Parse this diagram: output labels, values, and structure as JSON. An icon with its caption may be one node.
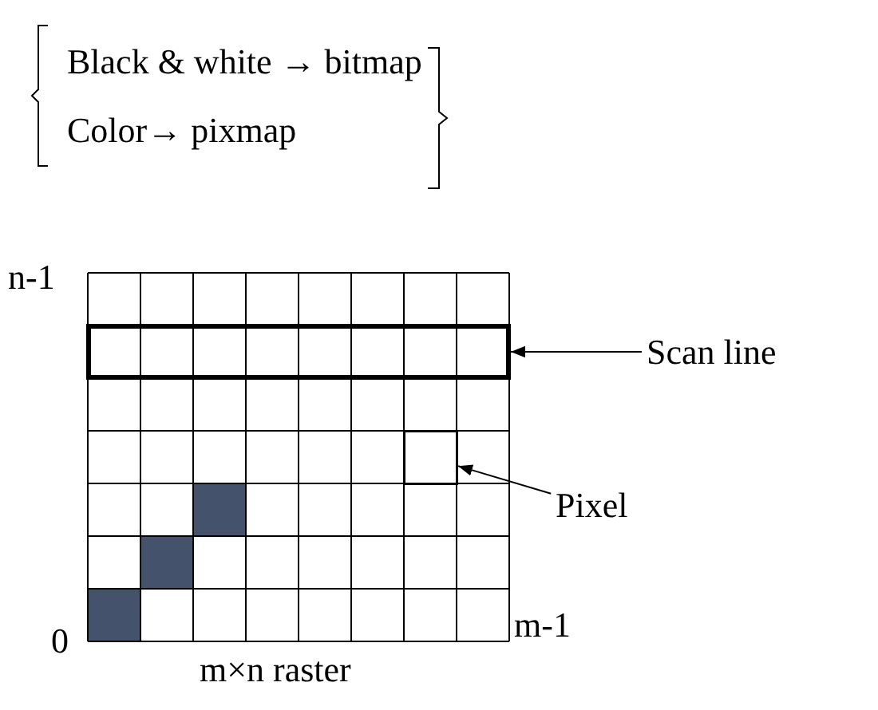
{
  "diagram": {
    "caption": "m×n raster",
    "nodes": [
      {
        "text": [
          "Scan line"
        ]
      },
      {
        "text": [],
        "shape": "bar"
      },
      {
        "text": [
          "Pixel"
        ]
      },
      {
        "text": [],
        "shape": "box"
      }
    ],
    "edges": [
      {
        "from": 0,
        "to": 1,
        "arrow": "to"
      },
      {
        "from": 2,
        "to": 3,
        "arrow": "to"
      }
    ],
    "labels": [
      "Black & white → bitmap",
      "Color→ pixmap",
      "n-1",
      "0",
      "m-1"
    ]
  }
}
